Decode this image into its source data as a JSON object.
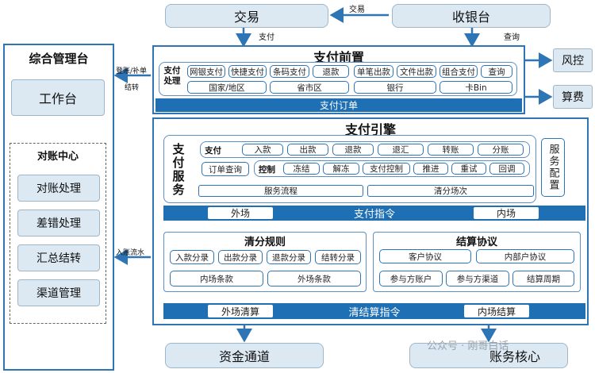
{
  "top": {
    "jiaoyi": "交易",
    "shouyintai": "收银台",
    "arrow_jiaoyi": "交易",
    "arrow_zhifu": "支付",
    "arrow_chaxun": "查询"
  },
  "left_panel": {
    "title": "综合管理台",
    "workbench": "工作台",
    "recon_center": "对账中心",
    "items": [
      "对账处理",
      "差错处理",
      "汇总结转",
      "渠道管理"
    ],
    "arrow_top_1": "登账/补单",
    "arrow_top_2": "结转",
    "arrow_bottom": "入账流水"
  },
  "front": {
    "title": "支付前置",
    "label_1": "支付",
    "label_2": "处理",
    "row1": [
      "网银支付",
      "快捷支付",
      "条码支付",
      "退款",
      "单笔出款",
      "文件出款",
      "组合支付",
      "查询"
    ],
    "row2": [
      "国家/地区",
      "省市区",
      "银行",
      "卡Bin"
    ],
    "band": "支付订单"
  },
  "right": {
    "fengkong": "风控",
    "suanfei": "算费"
  },
  "engine": {
    "title": "支付引擎",
    "service_label": "支付服务",
    "payment_label": "支付",
    "control_label": "控制",
    "order_query": "订单查询",
    "payment_items": [
      "入款",
      "出款",
      "退款",
      "退汇",
      "转账",
      "分账"
    ],
    "control_items": [
      "冻结",
      "解冻",
      "支付控制",
      "推进",
      "重试",
      "回调"
    ],
    "flow": "服务流程",
    "clearing_round": "清分场次",
    "service_config": "服务配置",
    "band": {
      "outer": "外场",
      "mid": "支付指令",
      "inner": "内场"
    }
  },
  "clearing_rules": {
    "title": "清分规则",
    "items": [
      "入款分录",
      "出款分录",
      "退款分录",
      "结转分录"
    ],
    "out": "内场条款",
    "in": "外场条款"
  },
  "settlement": {
    "title": "结算协议",
    "items": [
      "客户协议",
      "内部户协议",
      "参与方账户",
      "参与方渠道",
      "结算周期"
    ]
  },
  "bottom_band": {
    "outer": "外场清算",
    "mid": "清结算指令",
    "inner": "内场结算"
  },
  "bottom": {
    "fund": "资金通道",
    "accounting": "账务核心",
    "watermark": "公众号 · 刚哥白话"
  }
}
